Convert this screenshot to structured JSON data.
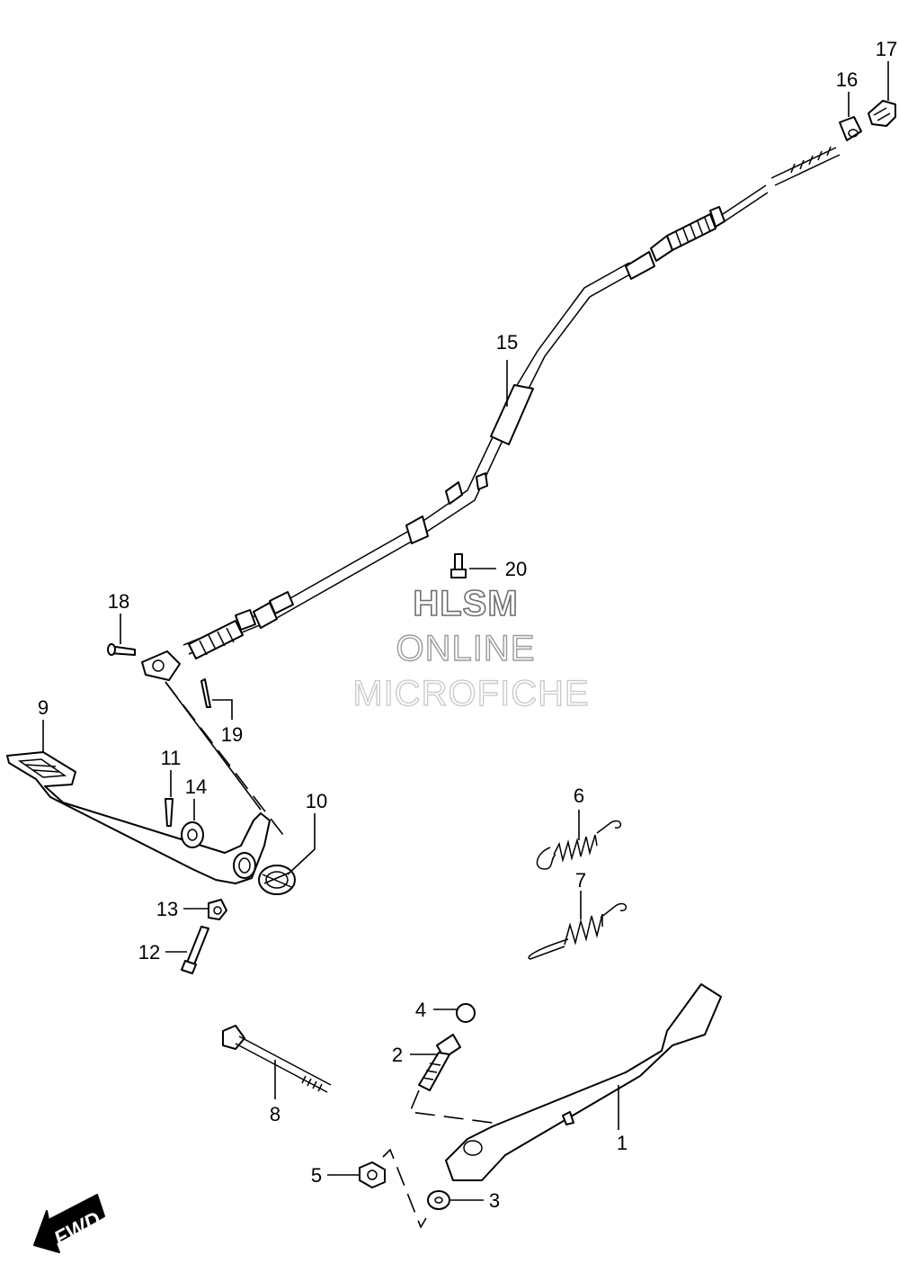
{
  "diagram": {
    "callouts": [
      "1",
      "2",
      "3",
      "4",
      "5",
      "6",
      "7",
      "8",
      "9",
      "10",
      "11",
      "12",
      "13",
      "14",
      "15",
      "16",
      "17",
      "18",
      "19",
      "20"
    ],
    "watermark": {
      "line1": "HLSM",
      "line2": "ONLINE",
      "line3": "MICROFICHE"
    },
    "direction_arrow_label": "FWD"
  }
}
